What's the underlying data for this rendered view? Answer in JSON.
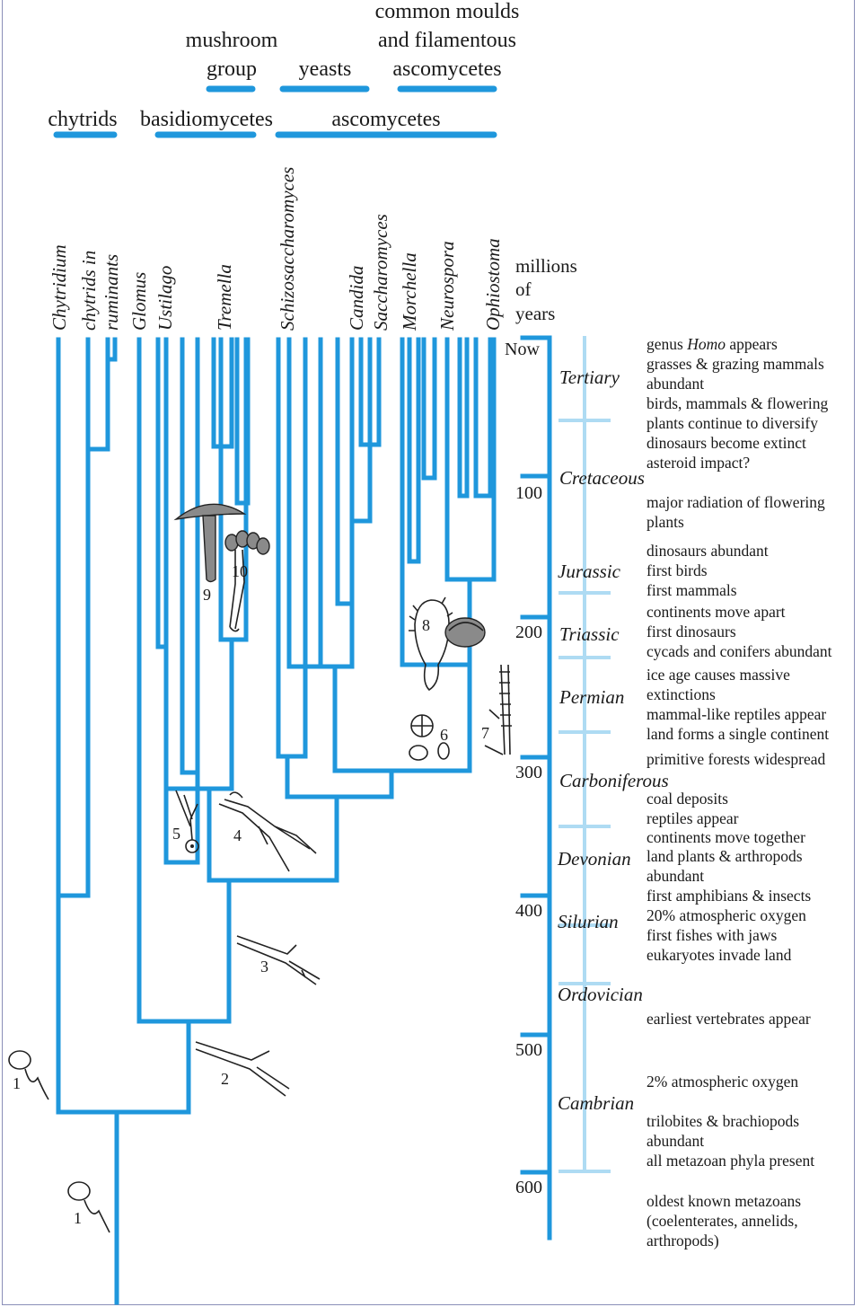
{
  "groups": {
    "mushroom": [
      "mushroom",
      "group"
    ],
    "yeasts": "yeasts",
    "moulds": [
      "common moulds",
      "and filamentous",
      "ascomycetes"
    ],
    "chytrids": "chytrids",
    "basidiomycetes": "basidiomycetes",
    "ascomycetes": "ascomycetes"
  },
  "taxa": [
    "Chytridium",
    "chytrids in",
    "ruminants",
    "Glomus",
    "Ustilago",
    "Tremella",
    "Schizosaccharomyces",
    "Candida",
    "Saccharomyces",
    "Morchella",
    "Neurospora",
    "Ophiostoma"
  ],
  "scale": {
    "label": [
      "millions",
      "of",
      "years"
    ],
    "ticks": [
      "Now",
      "100",
      "200",
      "300",
      "400",
      "500",
      "600"
    ]
  },
  "periods": [
    "Tertiary",
    "Cretaceous",
    "Jurassic",
    "Triassic",
    "Permian",
    "Carboniferous",
    "Devonian",
    "Silurian",
    "Ordovician",
    "Cambrian"
  ],
  "events": [
    [
      "genus ",
      "Homo",
      " appears"
    ],
    "grasses & grazing mammals",
    "abundant",
    "birds, mammals & flowering",
    "plants continue to diversify",
    "dinosaurs become extinct",
    "asteroid impact?",
    "major radiation of flowering",
    "plants",
    "dinosaurs abundant",
    "first birds",
    "first mammals",
    "continents move apart",
    "first dinosaurs",
    "cycads and conifers abundant",
    "ice age causes massive",
    "extinctions",
    "mammal-like reptiles appear",
    "land forms a single continent",
    "primitive forests widespread",
    "coal deposits",
    "reptiles appear",
    "continents move together",
    "land plants & arthropods",
    "abundant",
    "first amphibians & insects",
    "20% atmospheric oxygen",
    "first fishes with jaws",
    "eukaryotes invade land",
    "earliest vertebrates appear",
    "2% atmospheric oxygen",
    "trilobites & brachiopods",
    "abundant",
    "all metazoan phyla present",
    "oldest known metazoans",
    "(coelenterates, annelids,",
    "arthropods)"
  ],
  "illustrations": [
    "1",
    "1",
    "2",
    "3",
    "4",
    "5",
    "6",
    "7",
    "8",
    "9",
    "10"
  ],
  "colors": {
    "branch": "#1f97dc",
    "period_scale": "#aedbf3"
  }
}
